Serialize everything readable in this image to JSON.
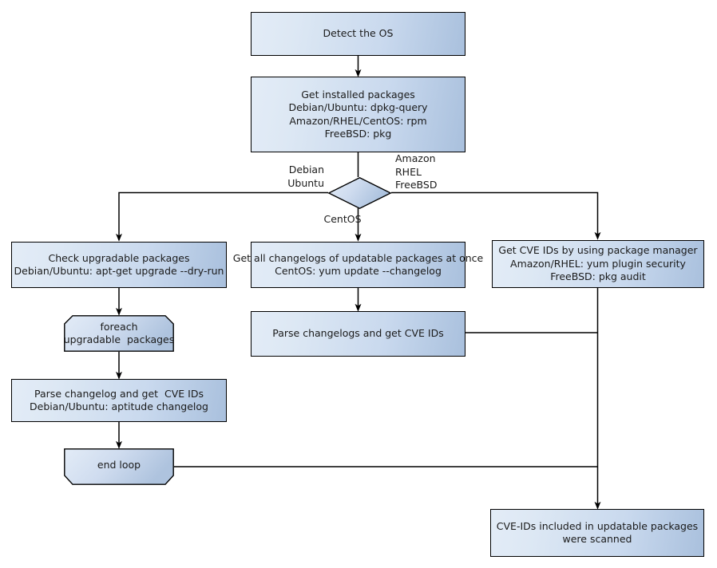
{
  "diagram": {
    "type": "flowchart",
    "title": "",
    "colors": {
      "node_fill_light": "#e3ecf7",
      "node_fill_dark": "#a9c0dd",
      "node_stroke": "#000000",
      "edge_stroke": "#000000",
      "background": "#ffffff",
      "text": "#1a1a1a"
    },
    "nodes": {
      "detect_os": {
        "shape": "rectangle",
        "text": "Detect the OS"
      },
      "get_installed": {
        "shape": "rectangle",
        "text": "Get installed packages\nDebian/Ubuntu: dpkg-query\nAmazon/RHEL/CentOS: rpm\nFreeBSD: pkg"
      },
      "os_decision": {
        "shape": "diamond",
        "text": ""
      },
      "check_upgradable": {
        "shape": "rectangle",
        "text": "Check upgradable packages\nDebian/Ubuntu: apt-get upgrade --dry-run"
      },
      "get_all_changelogs": {
        "shape": "rectangle",
        "text": "Get all changelogs of updatable packages at once\nCentOS: yum update --changelog"
      },
      "get_cve_pkgmgr": {
        "shape": "rectangle",
        "text": "Get CVE IDs by using package manager\nAmazon/RHEL: yum plugin security\nFreeBSD: pkg audit"
      },
      "foreach_loop": {
        "shape": "loop-start",
        "text": "foreach\nupgradable  packages"
      },
      "parse_changelogs_centos": {
        "shape": "rectangle",
        "text": "Parse changelogs and get CVE IDs"
      },
      "parse_changelog_debian": {
        "shape": "rectangle",
        "text": "Parse changelog and get  CVE IDs\nDebian/Ubuntu: aptitude changelog"
      },
      "end_loop": {
        "shape": "loop-end",
        "text": "end loop"
      },
      "scanned_result": {
        "shape": "rectangle",
        "text": "CVE-IDs included in updatable packages\nwere scanned"
      }
    },
    "edge_labels": {
      "debian_ubuntu": "Debian\nUbuntu",
      "amazon_rhel_freebsd": "Amazon\nRHEL\nFreeBSD",
      "centos": "CentOS"
    },
    "edges": [
      {
        "from": "detect_os",
        "to": "get_installed",
        "label": ""
      },
      {
        "from": "get_installed",
        "to": "os_decision",
        "label": ""
      },
      {
        "from": "os_decision",
        "to": "check_upgradable",
        "label": "Debian\nUbuntu"
      },
      {
        "from": "os_decision",
        "to": "get_all_changelogs",
        "label": "CentOS"
      },
      {
        "from": "os_decision",
        "to": "get_cve_pkgmgr",
        "label": "Amazon\nRHEL\nFreeBSD"
      },
      {
        "from": "check_upgradable",
        "to": "foreach_loop",
        "label": ""
      },
      {
        "from": "foreach_loop",
        "to": "parse_changelog_debian",
        "label": ""
      },
      {
        "from": "parse_changelog_debian",
        "to": "end_loop",
        "label": ""
      },
      {
        "from": "end_loop",
        "to": "scanned_result",
        "label": ""
      },
      {
        "from": "get_all_changelogs",
        "to": "parse_changelogs_centos",
        "label": ""
      },
      {
        "from": "parse_changelogs_centos",
        "to": "scanned_result",
        "label": ""
      },
      {
        "from": "get_cve_pkgmgr",
        "to": "scanned_result",
        "label": ""
      }
    ]
  }
}
